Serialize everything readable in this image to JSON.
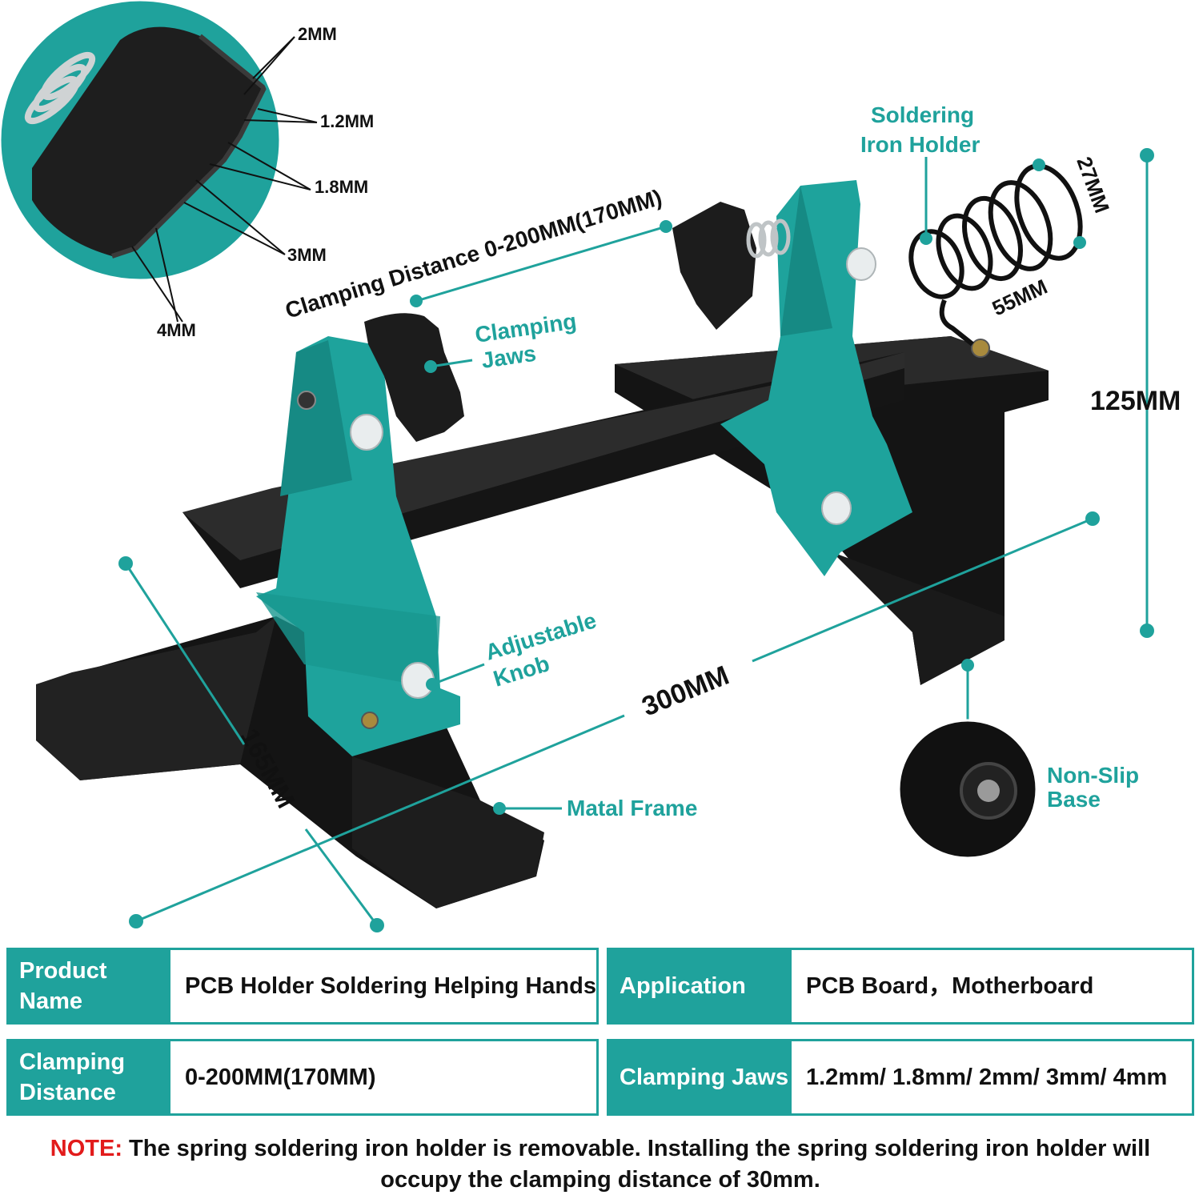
{
  "colors": {
    "teal": "#1fa29c",
    "black": "#111111",
    "note_red": "#e21b1b"
  },
  "inset": {
    "labels": [
      "2MM",
      "1.2MM",
      "1.8MM",
      "3MM",
      "4MM"
    ]
  },
  "callouts": {
    "clamping_distance": "Clamping Distance 0-200MM(170MM)",
    "clamping_jaws_line1": "Clamping",
    "clamping_jaws_line2": "Jaws",
    "soldering_holder_line1": "Soldering",
    "soldering_holder_line2": "Iron Holder",
    "dim_27": "27MM",
    "dim_55": "55MM",
    "dim_125": "125MM",
    "adjustable_knob_line1": "Adjustable",
    "adjustable_knob_line2": "Knob",
    "dim_300": "300MM",
    "dim_165": "165MM",
    "metal_frame": "Matal Frame",
    "non_slip_line1": "Non-Slip",
    "non_slip_line2": "Base"
  },
  "specs": {
    "row1": {
      "label_a": "Product Name",
      "value_a": "PCB Holder Soldering Helping Hands",
      "label_b": "Application",
      "value_b": "PCB Board，Motherboard"
    },
    "row2": {
      "label_a": "Clamping Distance",
      "value_a": "0-200MM(170MM)",
      "label_b": "Clamping Jaws",
      "value_b": "1.2mm/ 1.8mm/ 2mm/ 3mm/ 4mm"
    }
  },
  "note": {
    "prefix": "NOTE:",
    "text": " The spring soldering iron holder is removable. Installing the spring soldering iron holder will occupy the clamping distance of 30mm."
  }
}
